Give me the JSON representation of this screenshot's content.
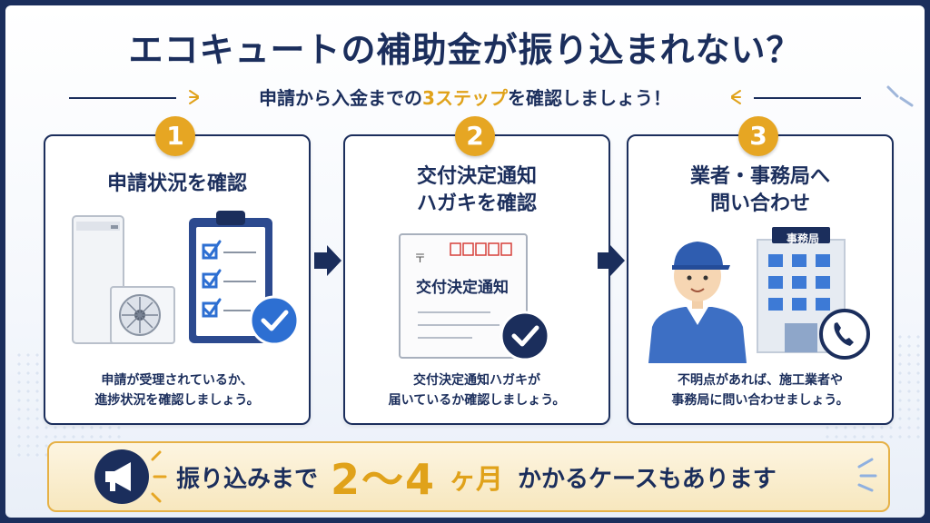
{
  "title": "エコキュートの補助金が振り込まれない？",
  "subtitle": {
    "before": "申請から入金までの",
    "highlight": "3ステップ",
    "after": "を確認しましょう！"
  },
  "steps": [
    {
      "number": "1",
      "title_lines": [
        "申請状況を確認"
      ],
      "text_lines": [
        "申請が受理されているか、",
        "進捗状況を確認しましょう。"
      ]
    },
    {
      "number": "2",
      "title_lines": [
        "交付決定通知",
        "ハガキを確認"
      ],
      "postcard_text": "交付決定通知",
      "postal_mark": "〒",
      "text_lines": [
        "交付決定通知ハガキが",
        "届いているか確認しましょう。"
      ]
    },
    {
      "number": "3",
      "title_lines": [
        "業者・事務局へ",
        "問い合わせ"
      ],
      "office_sign": "事務局",
      "text_lines": [
        "不明点があれば、施工業者や",
        "事務局に問い合わせましょう。"
      ]
    }
  ],
  "banner": {
    "before": "振り込みまで",
    "big": "2〜4",
    "unit": "ヶ月",
    "after": "かかるケースもあります"
  },
  "colors": {
    "navy": "#1b2e5c",
    "gold": "#e6a623",
    "blue": "#2d6fd2",
    "light_blue": "#5b89d6"
  }
}
